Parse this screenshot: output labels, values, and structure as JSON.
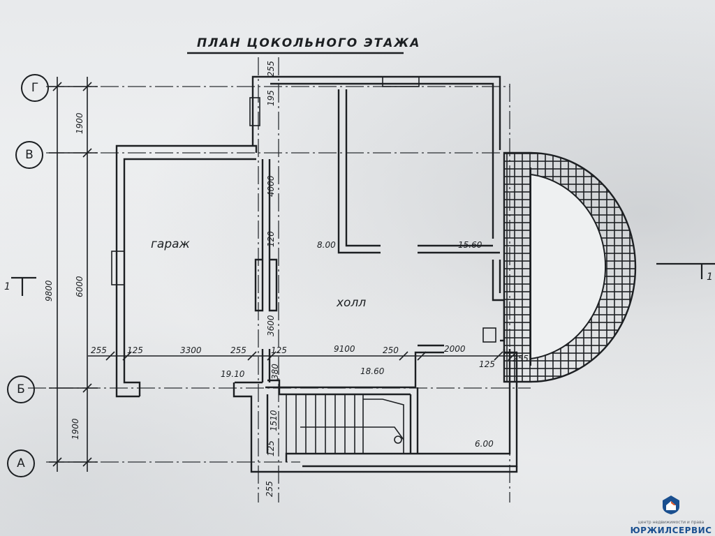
{
  "title": "ПЛАН ЦОКОЛЬНОГО ЭТАЖА",
  "axes": [
    "Г",
    "В",
    "Б",
    "А"
  ],
  "rooms": {
    "garage": "гараж",
    "hall": "холл"
  },
  "areas": {
    "a1": "8.00",
    "a2": "15.60",
    "a3": "19.10",
    "a4": "18.60",
    "a5": "6.00"
  },
  "dims": {
    "overall": "9800",
    "d6000": "6000",
    "d1900_top": "1900",
    "d1900_bot": "1900",
    "d255_left": "255",
    "d125_a": "125",
    "d3300": "3300",
    "d255_mid": "255",
    "d125_b": "125",
    "d9100": "9100",
    "d250": "250",
    "d2000": "2000",
    "d125_right": "125",
    "d255_right": "255",
    "v255_top": "255",
    "v195": "195",
    "v4000": "4000",
    "v120": "120",
    "v3600": "3600",
    "v380": "380",
    "v1510": "1510",
    "v125": "125",
    "v255_bot": "255"
  },
  "section_marks": {
    "left": "1",
    "right": "1"
  },
  "logo": {
    "tagline": "центр недвижимости и права",
    "name": "ЮРЖИЛСЕРВИС"
  }
}
